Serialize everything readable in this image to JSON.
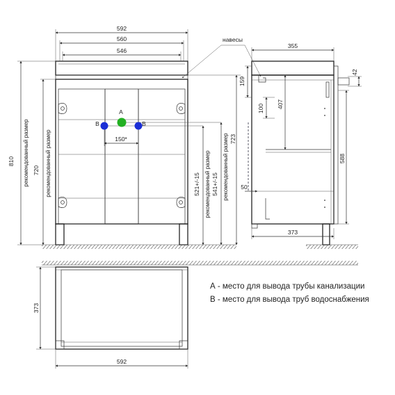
{
  "dimensions": {
    "front_width_592": "592",
    "front_width_560": "560",
    "front_width_546": "546",
    "height_810": "810",
    "height_720": "720",
    "recommended_size": "рекомендованный размер",
    "pipe_spacing": "150*",
    "drain_height": "521+/-15",
    "water_height": "541+/-15",
    "height_723": "723",
    "side_depth_355": "355",
    "side_159": "159",
    "side_100": "100",
    "side_407": "407",
    "side_50": "50",
    "side_42": "42",
    "side_588": "588",
    "side_depth_373": "373",
    "top_depth_373": "373",
    "top_width_592": "592"
  },
  "labels": {
    "hinges": "навесы",
    "point_a": "A",
    "point_b_left": "B",
    "point_b_right": "B"
  },
  "legend": {
    "line_a": "А - место для вывода трубы канализации",
    "line_b": "В - место для вывода труб водоснабжения"
  },
  "colors": {
    "drain_point": "#22b022",
    "water_point": "#1a2ed6",
    "line": "#333333"
  }
}
